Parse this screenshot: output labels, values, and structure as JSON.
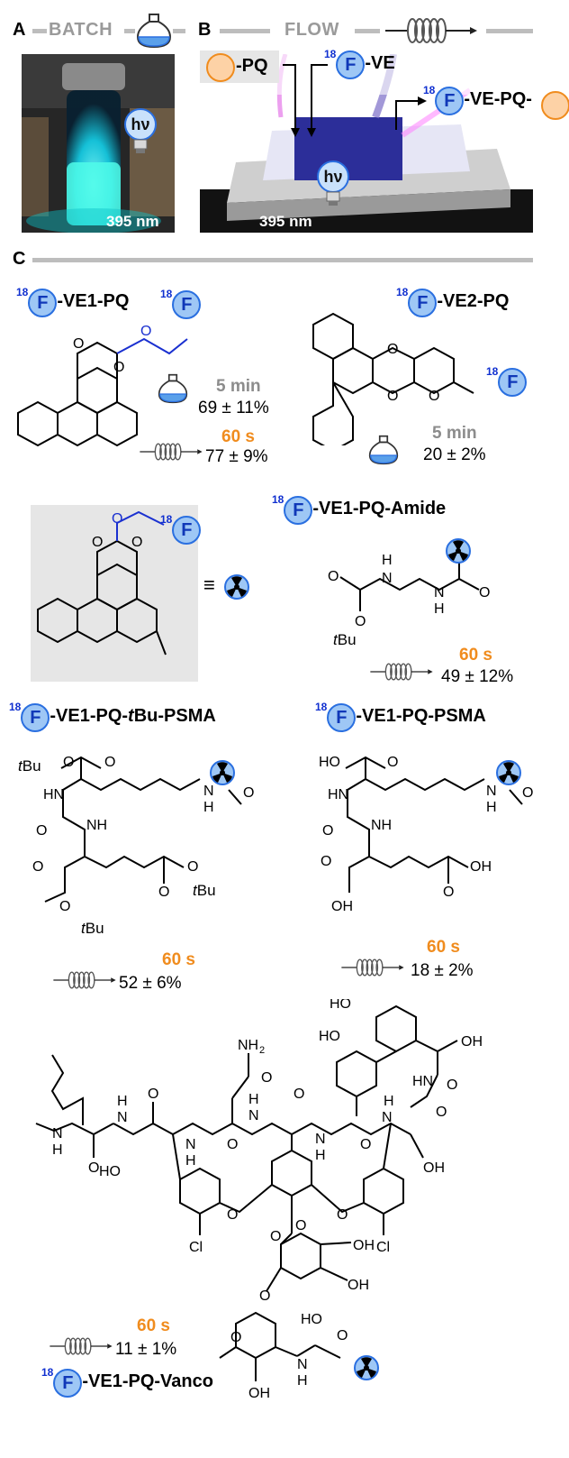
{
  "panel_a": {
    "letter": "A",
    "label": "BATCH",
    "wavelength": "395 nm",
    "hv": "hν"
  },
  "panel_b": {
    "letter": "B",
    "label": "FLOW",
    "wavelength": "395 nm",
    "hv": "hν",
    "input_pq": "-PQ",
    "input_ve": "-VE",
    "output": "-VE-PQ-",
    "isotope": "18",
    "f": "F"
  },
  "panel_c": {
    "letter": "C"
  },
  "compounds": [
    {
      "name": "-VE1-PQ",
      "batch_time": "5 min",
      "batch_yield": "69 ± 11%",
      "flow_time": "60 s",
      "flow_yield": "77 ± 9%"
    },
    {
      "name": "-VE2-PQ",
      "batch_time": "5 min",
      "batch_yield": "20 ± 2%"
    },
    {
      "name": "-VE1-PQ-Amide",
      "flow_time": "60 s",
      "flow_yield": "49 ± 12%"
    },
    {
      "name_pre": "-VE1-PQ-",
      "name_italic": "t",
      "name_post": "Bu-PSMA",
      "flow_time": "60 s",
      "flow_yield": "52 ± 6%"
    },
    {
      "name": "-VE1-PQ-PSMA",
      "flow_time": "60 s",
      "flow_yield": "18 ± 2%"
    },
    {
      "name": "-VE1-PQ-Vanco",
      "flow_time": "60 s",
      "flow_yield": "11 ± 1%"
    }
  ],
  "atoms": {
    "O": "O",
    "F": "F",
    "H": "H",
    "N": "N",
    "HO": "HO",
    "OH": "OH",
    "HN": "HN",
    "NH": "NH",
    "NH2": "NH",
    "sub2": "2",
    "Cl": "Cl",
    "tBu_t": "t",
    "tBu_rest": "Bu",
    "iso": "18",
    "equiv": "≡"
  },
  "colors": {
    "fluorine_fill": "#9ec7f5",
    "fluorine_stroke": "#2a6fe0",
    "accent_orange": "#f08c1e",
    "gray_text": "#8c8c8c",
    "linker_blue": "#1a30d0",
    "radioactive_yellow": "#f7d84a"
  }
}
